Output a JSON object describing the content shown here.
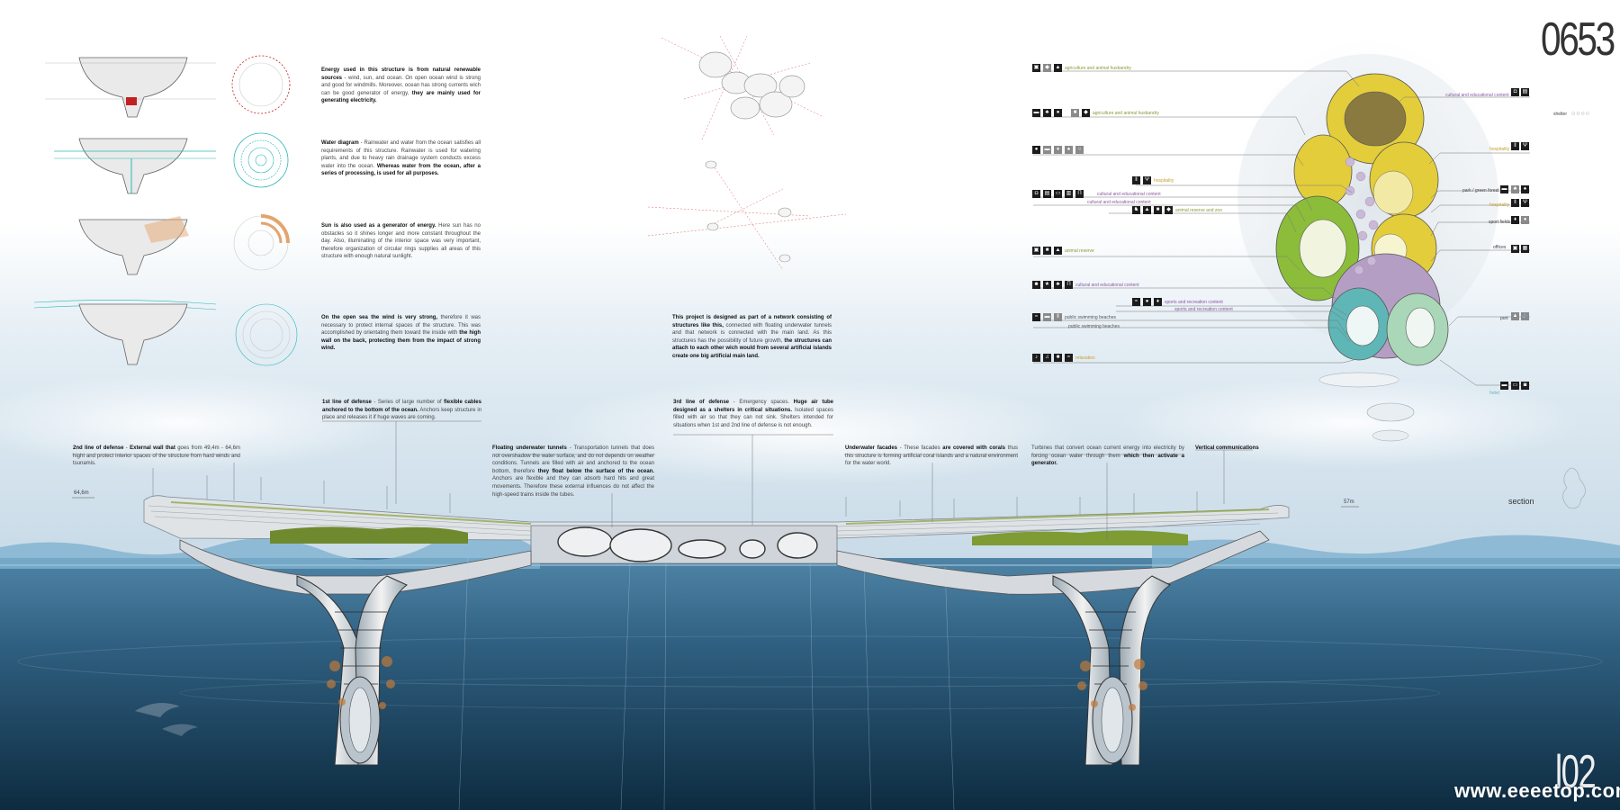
{
  "sheet_number": "0653",
  "page_number": "l02",
  "watermark": "www.eeeetop.com",
  "section_label": "section",
  "diagram_texts": [
    {
      "bold_lead": "Energy used in this structure is from natural renewable sources",
      "body": " - wind, sun, and ocean. On open ocean wind is strong and good for windmills. Moreover, ocean has strong currents wich can be good generator of energy, ",
      "bold_tail": "they are mainly used for generating electricity."
    },
    {
      "bold_lead": "Water diagram",
      "body": " - Rainwater and water from the ocean satisfies all requirements of this structure. Rainwater is used for watering plants, and due to heavy rain drainage system conducts excess water into the ocean. ",
      "bold_tail": "Whereas water from the ocean, after a series of processing, is used for all purposes."
    },
    {
      "bold_lead": "Sun is also used as a generator of energy.",
      "body": " Here sun has no obstacles so it shines longer and more constant throughout the day. Also, illuminating of the interior space was very important, therefore organization of circular rings supplies all areas of this structure with enough natural sunlight.",
      "bold_tail": ""
    },
    {
      "bold_lead": "On the open sea the wind is very strong,",
      "body": " therefore it was necessary to protect internal spaces of the structure. This was accomplished by orientating them toward the inside with ",
      "bold_tail": "the high wall on the back, protecting them from the impact of strong wind."
    }
  ],
  "network_text": {
    "bold_lead": "This project is designed as part of a network consisting of structures like this,",
    "body": " connected with floating underwater tunnels and that network is connected with the main land. As this structures has the possibility of future growth, ",
    "bold_tail": "the structures can attach to each other wich would from several artificial islands create one big artificial main land."
  },
  "callouts": [
    {
      "bold_lead": "1st line of defense",
      "body": " - Series of large number of ",
      "bold_mid": "flexible cables anchored to the bottom of the ocean.",
      "tail": " Anchors keep structure in place and releases it if huge waves are coming."
    },
    {
      "bold_lead": "3rd line of defense",
      "body": " - Emergency spaces. ",
      "bold_mid": "Huge air tube designed as a shelters in critical situations.",
      "tail": " Isolated spaces filled with air so that they can not sink. Shelters intended for situations when 1st and 2nd line of defense is not enough."
    },
    {
      "bold_lead": "2nd line of defense",
      "body": " - ",
      "bold_mid": "External wall that",
      "tail": " goes from 49,4m - 64,6m hight and protect interior spaces of the structure from hard winds and tsunamis."
    },
    {
      "bold_lead": "Floating underwater tunnels",
      "body": " - Transportation tunnels that does not overshadow the water surface, and do not depends on weather conditions. Tunnels are filled with air and anchored to the ocean bottom, therefore ",
      "bold_mid": "they float below the surface of the ocean.",
      "tail": " Anchors are flexible and they can absorb hard hits and great movements. Therefore these external influences do not affect the high-speed trains inside the tubes."
    },
    {
      "bold_lead": "Underwater facades",
      "body": " - These facades ",
      "bold_mid": "are covered with corals",
      "tail": " thus this structure is forming artificial coral islands and a natural environment for the water world."
    },
    {
      "bold_lead": "",
      "body": "Turbines that convert ocean current energy into electricity by forcing ocean water through them ",
      "bold_mid": "which then activate a generator.",
      "tail": ""
    },
    {
      "bold_lead": "Vertical communications",
      "body": "",
      "bold_mid": "",
      "tail": ""
    }
  ],
  "dimensions": {
    "left_height": "64,6m",
    "right_height": "57m"
  },
  "legend_left": [
    {
      "icons": [
        "tractor-icon",
        "cow-icon",
        "bird-icon"
      ],
      "label": "agriculture and animal husbandry",
      "color": "green"
    },
    {
      "icons": [
        "bench-icon",
        "plant-icon",
        "animal-icon",
        "pig-icon"
      ],
      "label": "agriculture and animal husbandry",
      "color": "green"
    },
    {
      "icons": [
        "person-icon",
        "bed-icon",
        "walk-icon",
        "family-icon",
        "bike-icon"
      ],
      "label": "",
      "color": "none"
    },
    {
      "icons": [
        "fork-knife-icon",
        "cutlery-icon"
      ],
      "label": "hospitality",
      "color": "orange"
    },
    {
      "icons": [
        "theater-icon",
        "book-icon",
        "screen-icon",
        "library-icon",
        "museum-icon"
      ],
      "label": "cultural and educational content",
      "color": "purple"
    },
    {
      "icons": [],
      "label": "cultural and educational content",
      "color": "purple"
    },
    {
      "icons": [
        "horse-icon",
        "deer-icon",
        "elephant-icon",
        "rhino-icon"
      ],
      "label": "animal reserve and zoo",
      "color": "green"
    },
    {
      "icons": [
        "building-icon",
        "elephant-icon",
        "deer-icon"
      ],
      "label": "animal reserve",
      "color": "green"
    },
    {
      "icons": [
        "mask-icon",
        "star-icon",
        "people-icon",
        "museum-icon"
      ],
      "label": "cultural and educational content",
      "color": "purple"
    },
    {
      "icons": [
        "swimmer-icon",
        "soccer-icon",
        "runner-icon"
      ],
      "label": "sports and recreation content",
      "color": "purple"
    },
    {
      "icons": [],
      "label": "sports and recreation content",
      "color": "purple"
    },
    {
      "icons": [
        "swim-icon",
        "beach-icon",
        "shower-icon"
      ],
      "label": "public swimming beaches",
      "color": "dark"
    },
    {
      "icons": [],
      "label": "public swimming beaches",
      "color": "dark"
    },
    {
      "icons": [
        "music-icon",
        "note-icon",
        "game-icon",
        "wave-icon"
      ],
      "label": "relaxation",
      "color": "orange"
    }
  ],
  "legend_right": [
    {
      "label": "cultural and educational content",
      "color": "purple"
    },
    {
      "label": "shelter",
      "color": "dark"
    },
    {
      "label": "hospitality",
      "color": "orange"
    },
    {
      "label": "park / green forest",
      "color": "dark"
    },
    {
      "label": "hospitality",
      "color": "orange"
    },
    {
      "label": "sport fields",
      "color": "dark"
    },
    {
      "label": "offices",
      "color": "dark"
    },
    {
      "label": "port",
      "color": "dark"
    },
    {
      "label": "hotel",
      "color": "green"
    }
  ],
  "colors": {
    "sky_top": "#ffffff",
    "sky_bottom": "#cfe1ee",
    "water_top": "#3e6f93",
    "water_bottom": "#0f2f45",
    "structure": "#e8e8e8",
    "vegetation": "#6f8a2e",
    "yellow_zone": "#e3cd3a",
    "green_zone": "#8bbd3a",
    "purple_zone": "#b59ec4",
    "teal_zone": "#5fb6b7",
    "water_diagram": "#2bb6b6",
    "sun_diagram": "#e3a56e",
    "energy_mark": "#c52020"
  }
}
